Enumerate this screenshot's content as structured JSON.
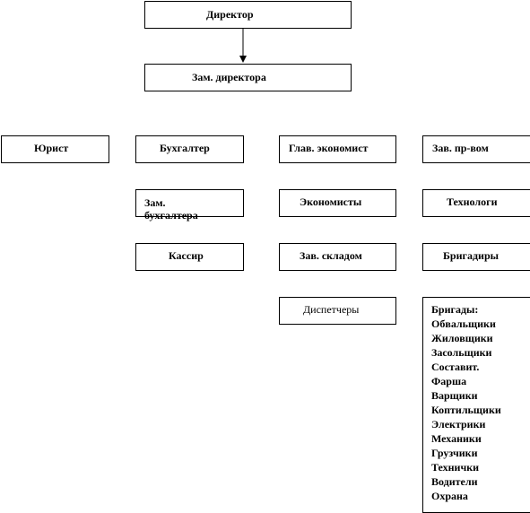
{
  "director": "Директор",
  "deputy_director": "Зам. директора",
  "lawyer": "Юрист",
  "accountant": "Бухгалтер",
  "chief_economist": "Глав. экономист",
  "production_head": "Зав. пр-вом",
  "deputy_accountant": "Зам. бухгалтера",
  "economists": "Экономисты",
  "technologists": "Технологи",
  "cashier": "Кассир",
  "warehouse_head": "Зав. складом",
  "foremen": "Бригадиры",
  "dispatchers": "Диспетчеры",
  "brigades": {
    "title": "Бригады:",
    "items": [
      "Обвальщики",
      "Жиловщики",
      "Засольщики",
      "Составит.",
      "Фарша",
      "Варщики",
      "Коптильщики",
      "Электрики",
      "Механики",
      "Грузчики",
      "Технички",
      "Водители",
      "Охрана"
    ]
  }
}
